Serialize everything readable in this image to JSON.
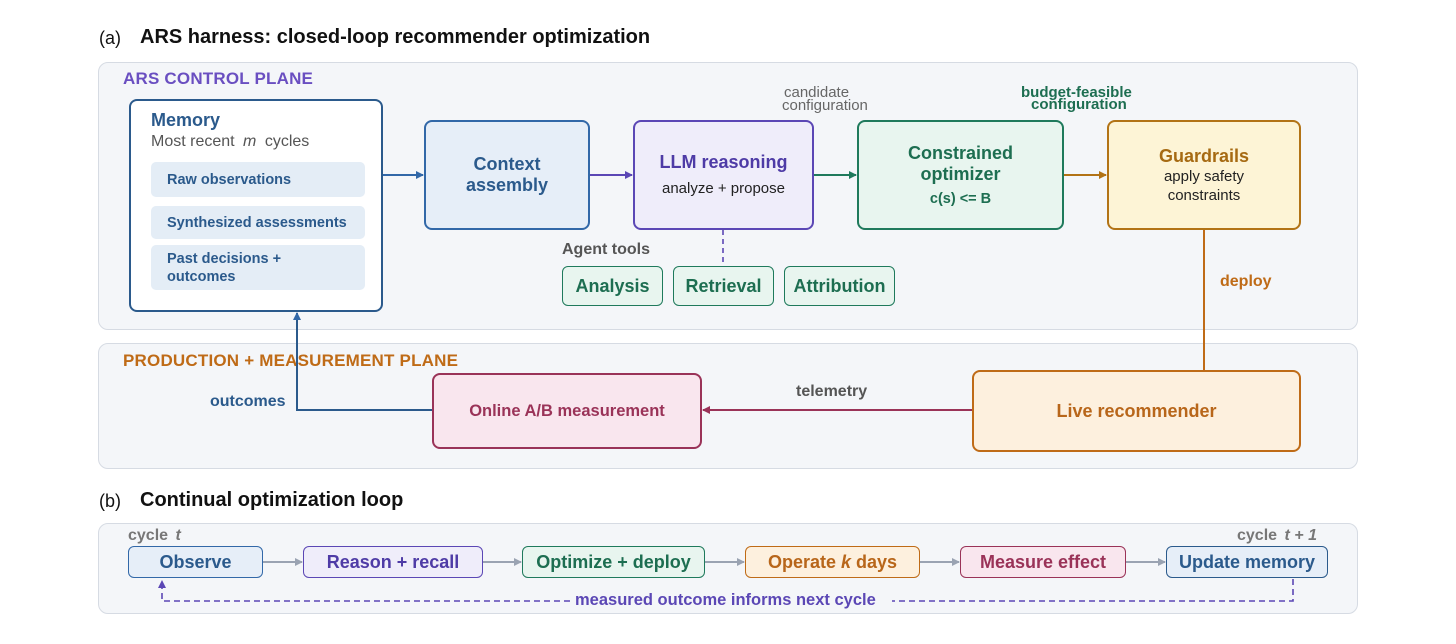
{
  "panel_a": {
    "letter": "(a)",
    "title": "ARS harness: closed-loop recommender optimization",
    "control_plane": {
      "label": "ARS CONTROL PLANE",
      "memory": {
        "title": "Memory",
        "subtitle_prefix": "Most recent",
        "subtitle_var": "m",
        "subtitle_suffix": "cycles",
        "items": [
          "Raw observations",
          "Synthesized assessments",
          "Past decisions + outcomes"
        ]
      },
      "context": {
        "title": "Context assembly"
      },
      "llm": {
        "title": "LLM reasoning",
        "subtitle": "analyze + propose"
      },
      "optimizer": {
        "title": "Constrained optimizer",
        "formula": "c(s) <= B"
      },
      "guardrails": {
        "title": "Guardrails",
        "subtitle": "apply safety constraints"
      },
      "candidate_label_1": "candidate",
      "candidate_label_2": "configuration",
      "budget_label_1": "budget-feasible",
      "budget_label_2": "configuration",
      "agent_tools": {
        "label": "Agent tools",
        "tools": [
          "Analysis",
          "Retrieval",
          "Attribution"
        ]
      }
    },
    "production_plane": {
      "label": "PRODUCTION + MEASUREMENT PLANE",
      "ab": {
        "title": "Online A/B measurement"
      },
      "live": {
        "title": "Live recommender"
      },
      "telemetry_label": "telemetry",
      "outcomes_label": "outcomes",
      "deploy_label": "deploy"
    }
  },
  "panel_b": {
    "letter": "(b)",
    "title": "Continual optimization loop",
    "cycle_start": {
      "prefix": "cycle",
      "var": "t"
    },
    "cycle_end": {
      "prefix": "cycle",
      "var": "t + 1"
    },
    "steps": {
      "observe": "Observe",
      "reason": "Reason + recall",
      "optimize": "Optimize + deploy",
      "operate_prefix": "Operate",
      "operate_var": "k",
      "operate_suffix": "days",
      "measure": "Measure effect",
      "update": "Update memory"
    },
    "feedback_label": "measured outcome informs next cycle"
  },
  "colors": {
    "memory_blue": "#2b5a8c",
    "context_blue": "#3268a8",
    "llm_purple": "#5b47b5",
    "optimizer_green": "#1f7a5c",
    "guardrail_amber": "#b27316",
    "live_orange": "#bf6b17",
    "ab_maroon": "#9a3358",
    "control_label": "#6a4fc1",
    "production_label": "#bf6b17",
    "gray_arrow": "#9aa3b2"
  }
}
